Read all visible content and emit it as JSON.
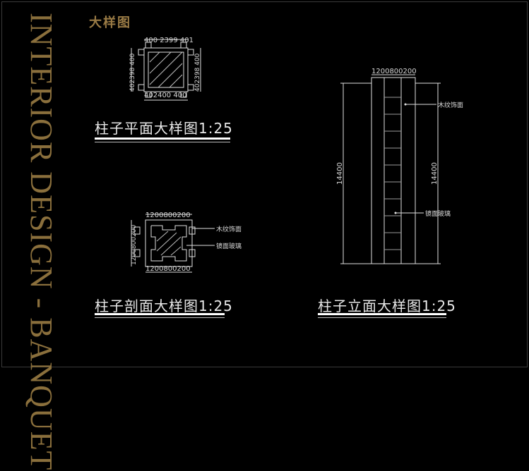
{
  "side_title": "INTERIOR DESIGN - BANQUET",
  "corner_title": "大样图",
  "plan": {
    "caption": "柱子平面大样图1:25",
    "dim_top": "400 2399 401",
    "dim_bottom": "402400 400",
    "dim_left": "402398 400",
    "dim_right": "402398 400"
  },
  "section": {
    "caption": "柱子剖面大样图1:25",
    "dim_top": "1200800200",
    "dim_bottom": "1200800200",
    "dim_left": "1200800200",
    "label_wood": "木纹饰面",
    "label_glass": "镜面玻璃"
  },
  "elevation": {
    "caption": "柱子立面大样图1:25",
    "dim_top": "1200800200",
    "height_left": "14400",
    "height_right": "14400",
    "label_wood": "木纹饰面",
    "label_glass": "镜面玻璃"
  },
  "colors": {
    "accent": "#8a6f3c",
    "line": "#e0e0e0"
  }
}
